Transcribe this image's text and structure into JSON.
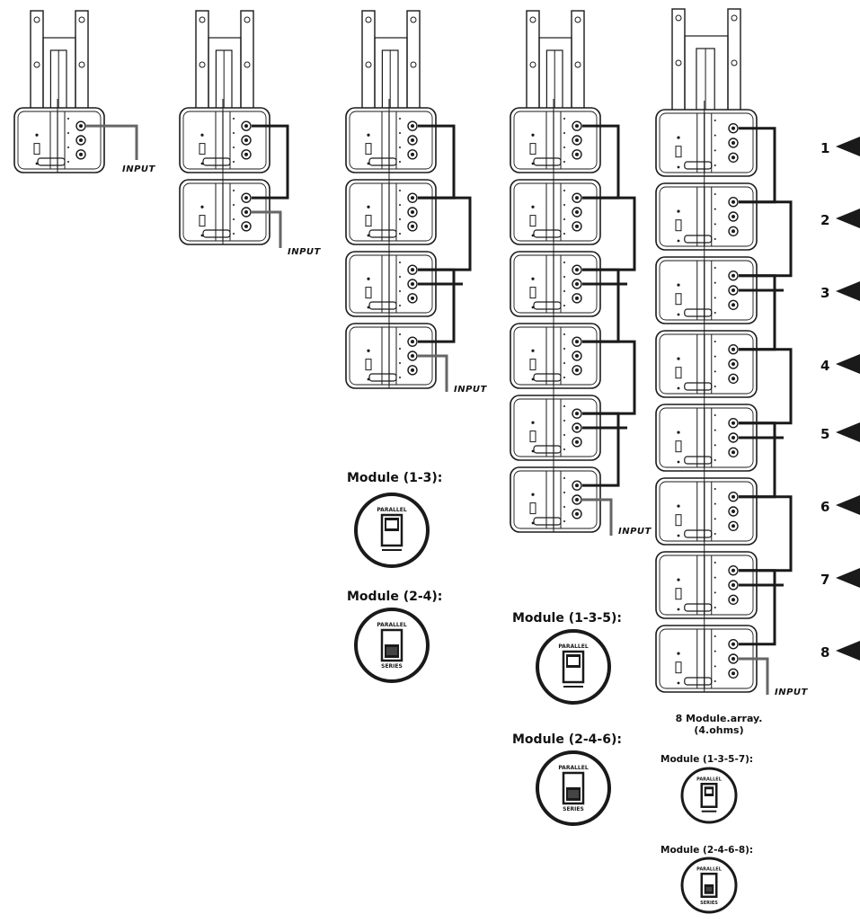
{
  "input_label": "INPUT",
  "configs": [
    {
      "modules": 1
    },
    {
      "modules": 2
    },
    {
      "modules": 4,
      "switch_labels": [
        "Module (1-3):",
        "Module (2-4):"
      ]
    },
    {
      "modules": 6,
      "switch_labels": [
        "Module (1-3-5):",
        "Module (2-4-6):"
      ]
    },
    {
      "modules": 8,
      "array_title": [
        "8 Module.array.",
        "(4.ohms)"
      ],
      "switch_labels": [
        "Module (1-3-5-7):",
        "Module (2-4-6-8):"
      ]
    }
  ],
  "switch_text": {
    "top": "PARALLEL",
    "bottom": "SERIES"
  },
  "numbers": [
    "1",
    "2",
    "3",
    "4",
    "5",
    "6",
    "7",
    "8"
  ],
  "colors": {
    "line": "#1a1a1a",
    "input_line": "#666666",
    "bg": "#ffffff"
  }
}
